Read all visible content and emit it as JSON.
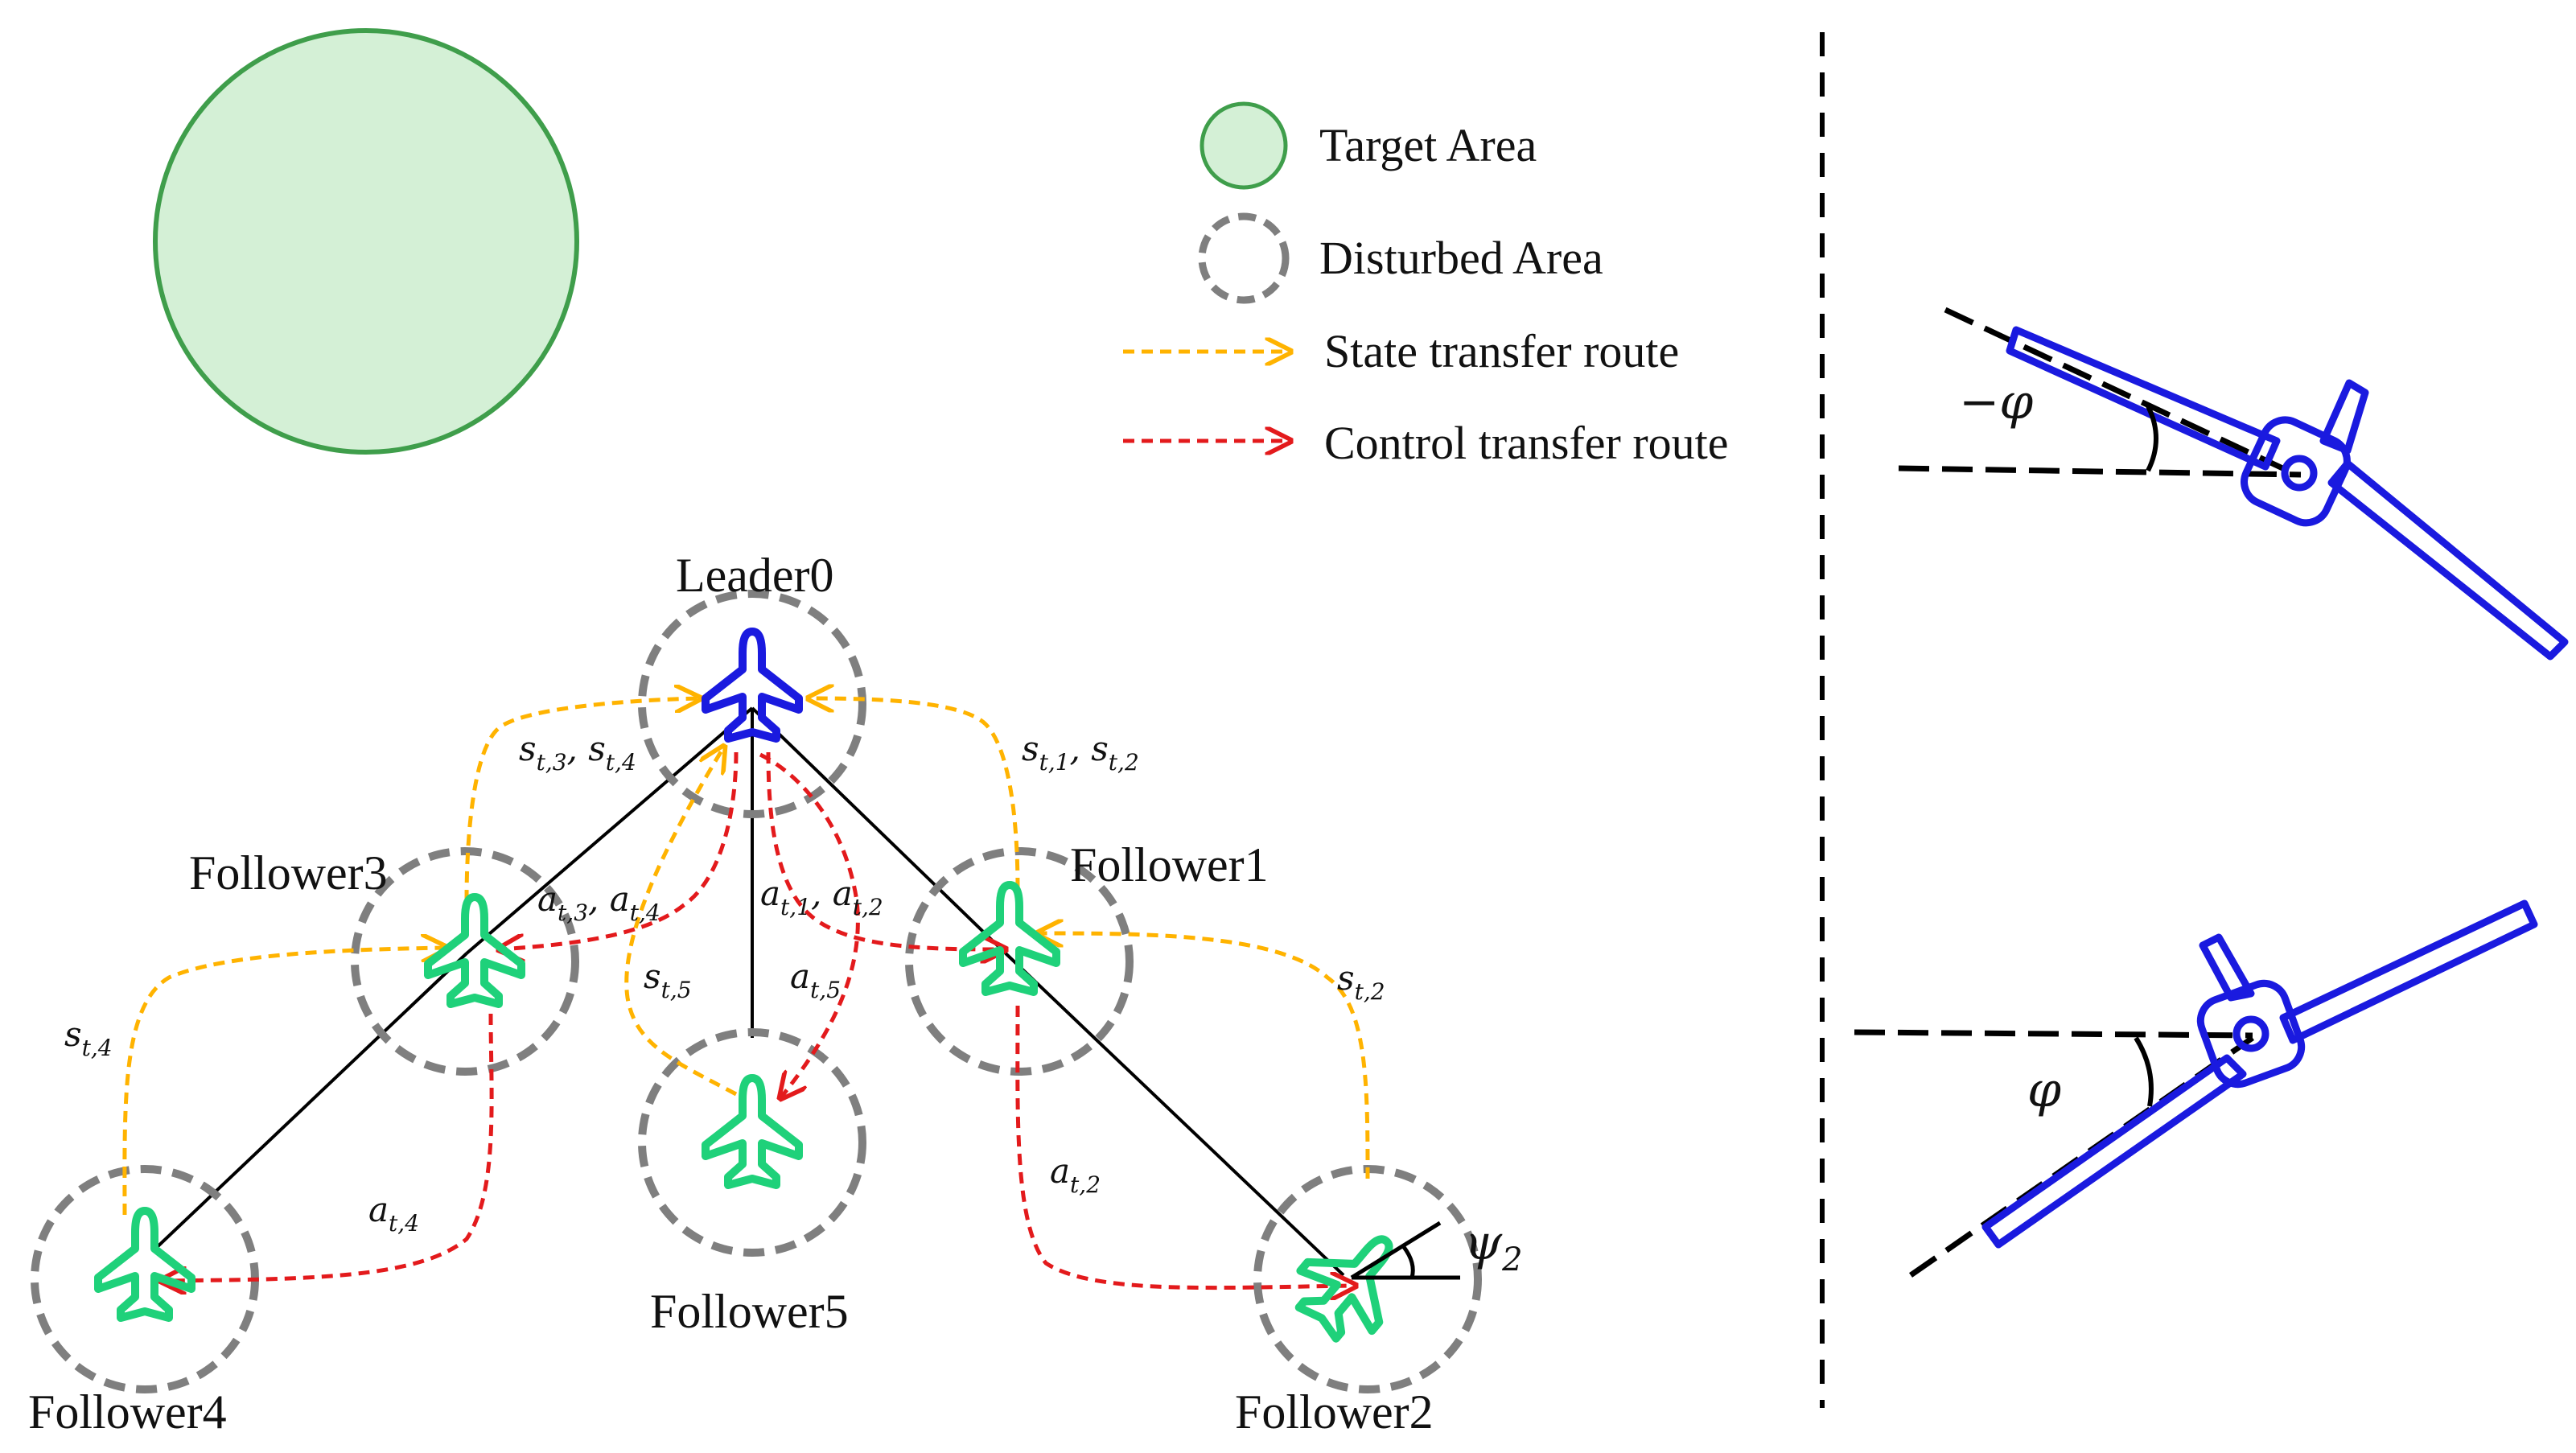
{
  "legend": {
    "target_area": "Target Area",
    "disturbed_area": "Disturbed Area",
    "state_route": "State transfer route",
    "control_route": "Control transfer route"
  },
  "nodes": {
    "leader": "Leader0",
    "follower1": "Follower1",
    "follower2": "Follower2",
    "follower3": "Follower3",
    "follower4": "Follower4",
    "follower5": "Follower5"
  },
  "labels": {
    "s34": {
      "main": "s",
      "sub": "t,3",
      "sep": ", ",
      "main2": "s",
      "sub2": "t,4"
    },
    "s12": {
      "main": "s",
      "sub": "t,1",
      "sep": ", ",
      "main2": "s",
      "sub2": "t,2"
    },
    "a34": {
      "main": "a",
      "sub": "t,3",
      "sep": ", ",
      "main2": "a",
      "sub2": "t,4"
    },
    "a12": {
      "main": "a",
      "sub": "t,1",
      "sep": ", ",
      "main2": "a",
      "sub2": "t,2"
    },
    "s5": {
      "main": "s",
      "sub": "t,5"
    },
    "a5": {
      "main": "a",
      "sub": "t,5"
    },
    "s4": {
      "main": "s",
      "sub": "t,4"
    },
    "a4": {
      "main": "a",
      "sub": "t,4"
    },
    "s2": {
      "main": "s",
      "sub": "t,2"
    },
    "a2": {
      "main": "a",
      "sub": "t,2"
    },
    "psi": {
      "main": "ψ",
      "sub": "2"
    },
    "neg_phi": "−φ",
    "phi": "φ"
  },
  "colors": {
    "target_fill": "#d4f0d6",
    "target_stroke": "#3f9e4b",
    "disturbed": "#7f7f7f",
    "state_route": "#ffb300",
    "control_route": "#e31a1c",
    "leader": "#1a1adf",
    "follower": "#1fd17a",
    "edge": "#000000"
  }
}
